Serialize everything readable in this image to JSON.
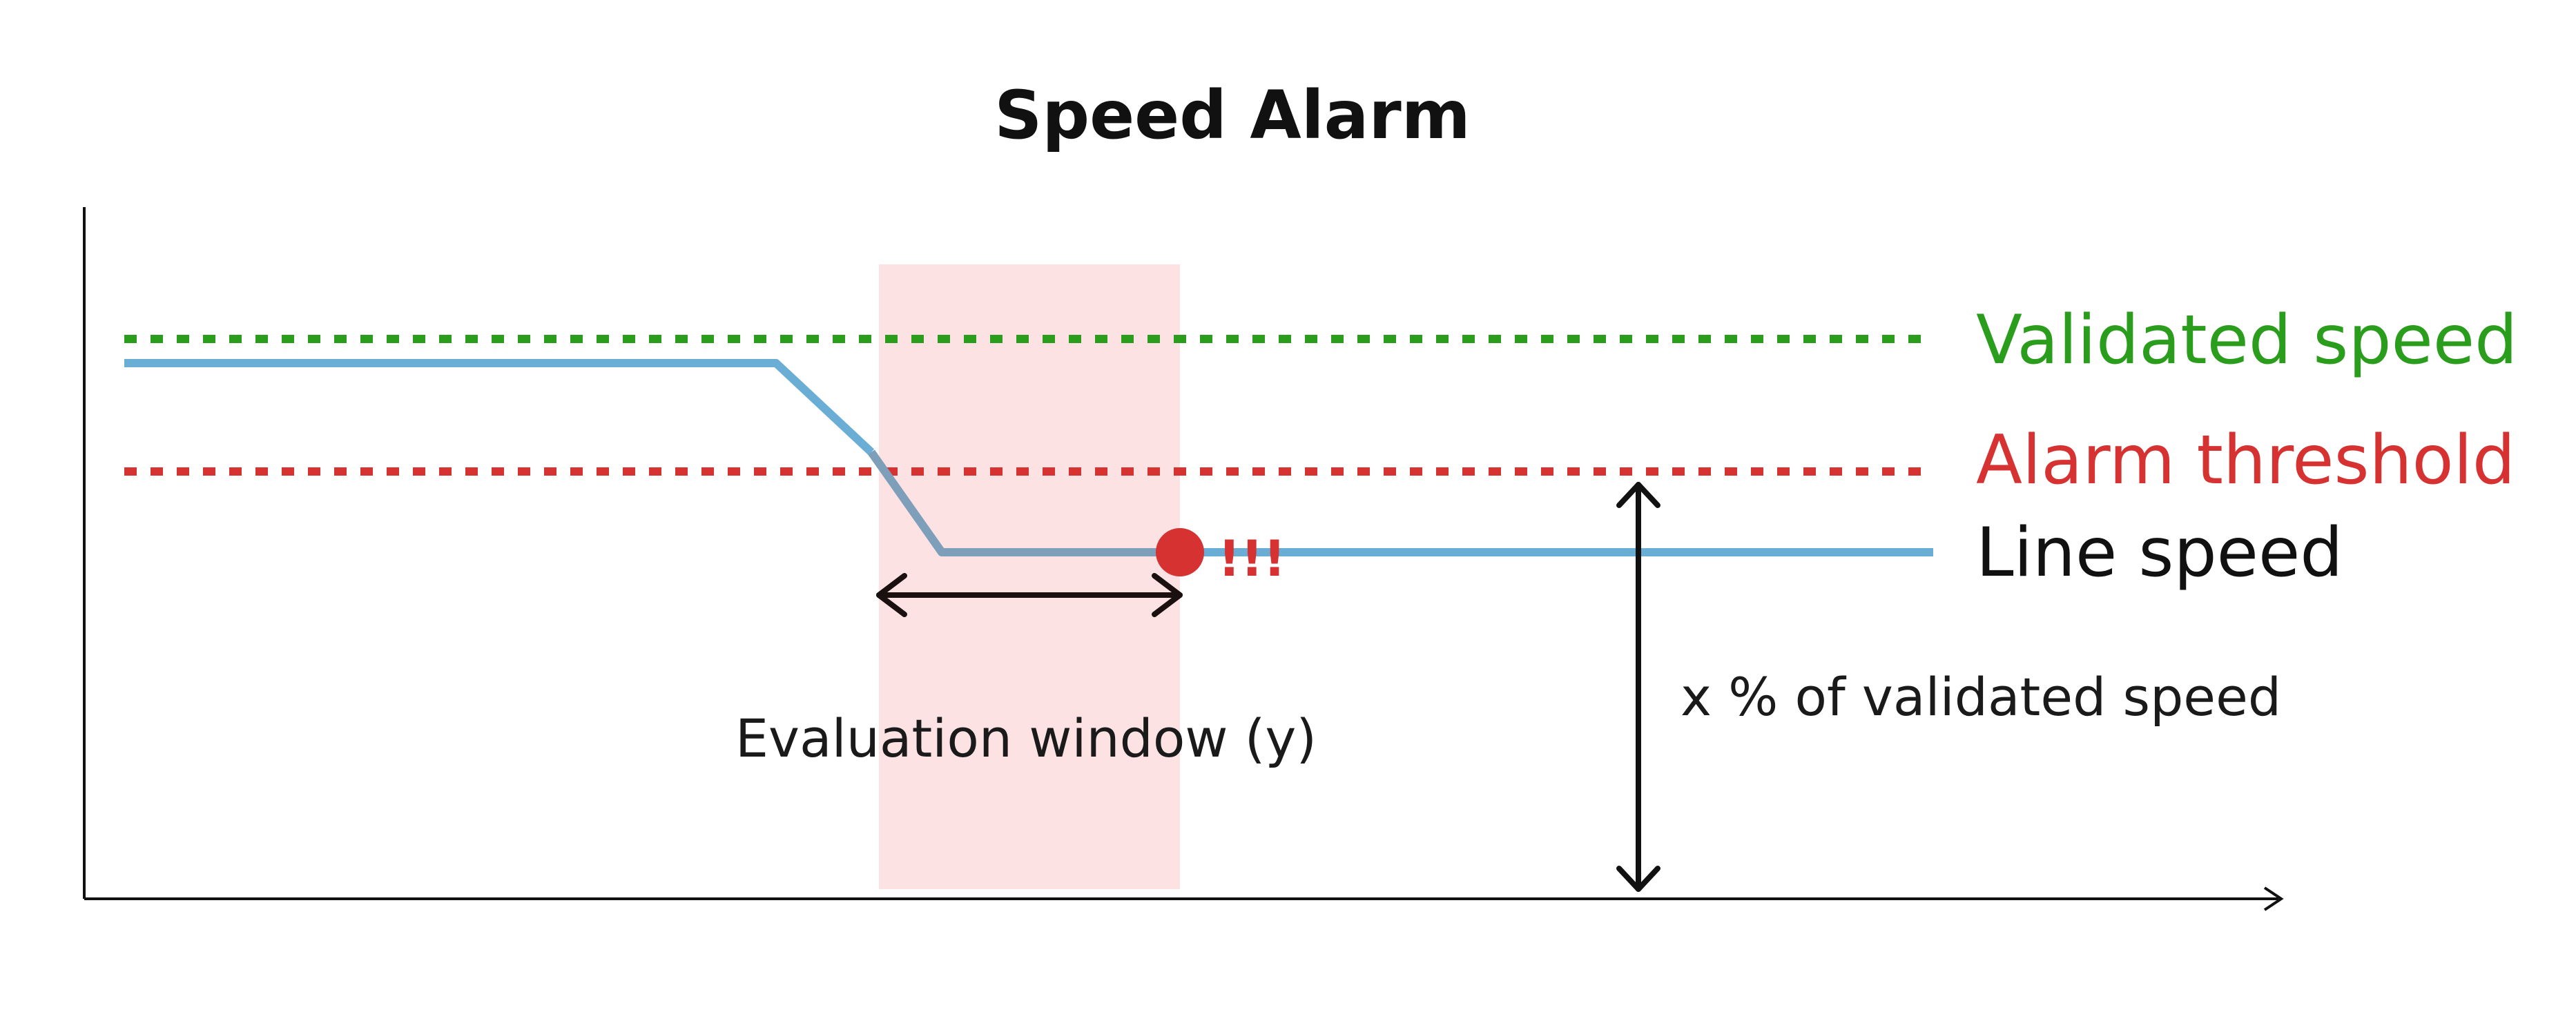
{
  "diagram": {
    "title": "Speed Alarm",
    "legend": {
      "validated_speed": "Validated speed",
      "alarm_threshold": "Alarm threshold",
      "line_speed": "Line speed"
    },
    "annotations": {
      "alert_marker": "!!!",
      "evaluation_window": "Evaluation window (y)",
      "threshold_percent": "x % of validated speed"
    },
    "colors": {
      "validated_speed": "#2a9d1c",
      "alarm_threshold": "#d63232",
      "line_speed": "#6aaed6",
      "line_speed_in_window": "#7d9fba",
      "evaluation_window_fill": "#fde2e4",
      "alert_point": "#d63232",
      "axis": "#111111",
      "label_dark": "#111111"
    }
  }
}
